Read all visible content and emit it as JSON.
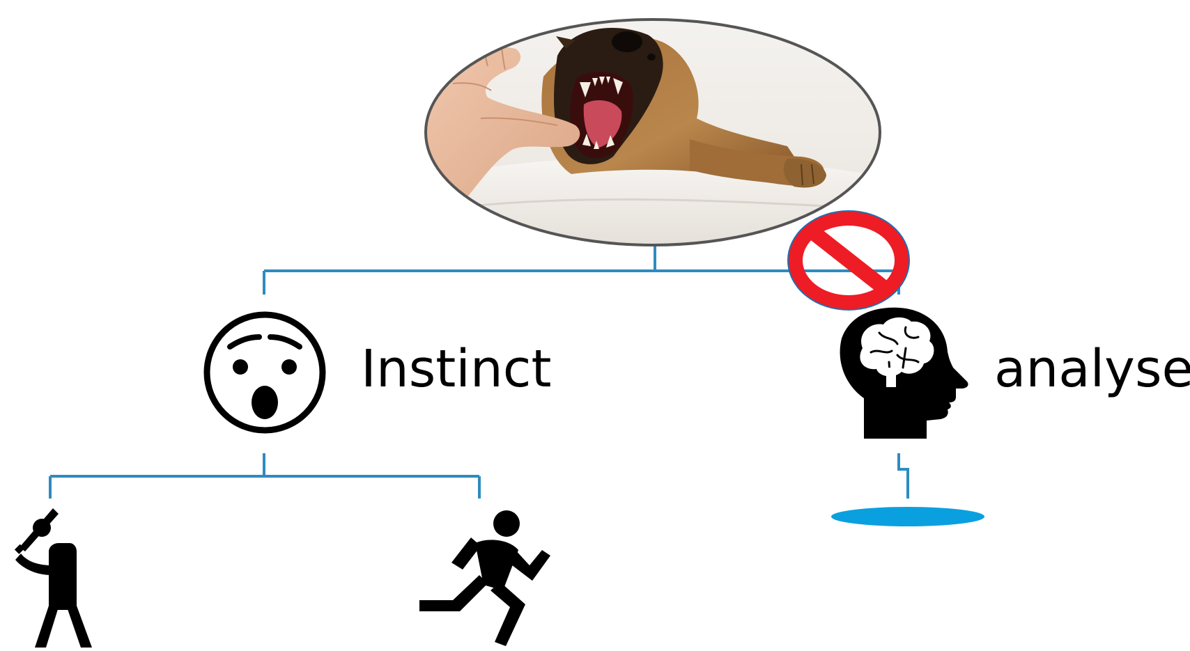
{
  "labels": {
    "instinct": "Instinct",
    "analyse": "analyse"
  },
  "colors": {
    "connector": "#2e8bc0",
    "prohibition_red": "#ee1c25",
    "prohibition_ring": "#1f6fb2",
    "outcome_ellipse": "#0aa0e0",
    "icon_fill": "#000000",
    "photo_border": "#555555"
  },
  "icons": {
    "photo": "snarling-dog-photo",
    "instinct": "shocked-face-icon",
    "analyse": "brain-head-icon",
    "prohibited": "prohibition-icon",
    "fight": "person-with-bat-icon",
    "flight": "running-person-icon",
    "analysis_outcome": "blue-ellipse"
  }
}
